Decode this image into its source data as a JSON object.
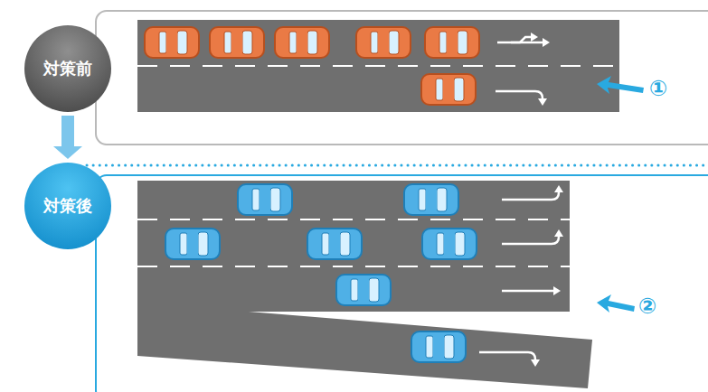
{
  "diagram": {
    "nodes": [
      {
        "text": [
          "対策前"
        ]
      },
      {
        "text": [
          "対策後"
        ]
      }
    ],
    "edges": [
      {
        "from": 0,
        "to": 1,
        "arrow": "to"
      }
    ],
    "labels": [
      "①",
      "②"
    ]
  }
}
